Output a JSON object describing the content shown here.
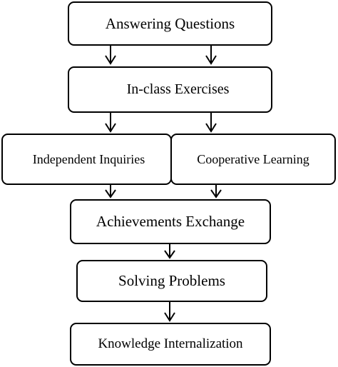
{
  "nodes": {
    "answering_questions": "Answering Questions",
    "in_class_exercises": "In-class Exercises",
    "independent_inquiries": "Independent Inquiries",
    "cooperative_learning": "Cooperative Learning",
    "achievements_exchange": "Achievements Exchange",
    "solving_problems": "Solving Problems",
    "knowledge_internalization": "Knowledge Internalization"
  }
}
